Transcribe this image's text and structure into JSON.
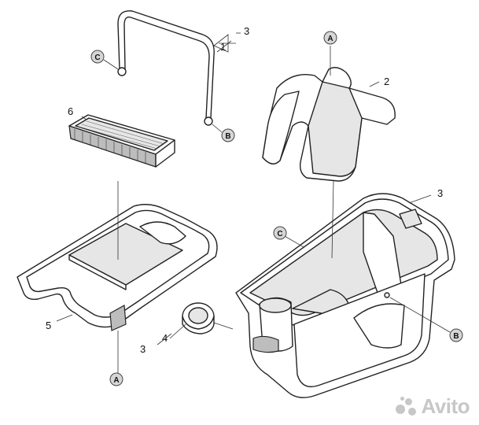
{
  "callouts": {
    "handle_qty": "1",
    "handle_ref": "3",
    "bin_ref": "3",
    "cover": "2",
    "ring_qty": "4",
    "ring_ref": "3",
    "tray": "5",
    "filter": "6"
  },
  "markers": {
    "a_top": "A",
    "a_bottom": "A",
    "b_handle": "B",
    "b_bin": "B",
    "c_handle": "C",
    "c_bin": "C"
  },
  "watermark": {
    "brand": "Avito"
  },
  "colors": {
    "line": "#222222",
    "badge": "#d6d6d6",
    "watermark": "#9a9a9a"
  }
}
